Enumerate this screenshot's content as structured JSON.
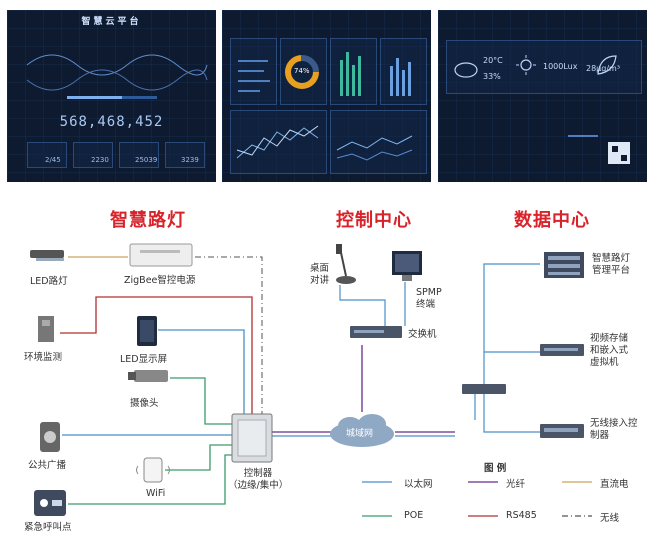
{
  "screens": {
    "left": {
      "title": "智慧云平台",
      "big_number": "568,468,452",
      "kpis": [
        "2/45",
        "2230",
        "25039",
        "3239"
      ]
    },
    "center": {
      "gauge_value": "74%"
    },
    "right": {
      "weather": [
        "20°C",
        "33%",
        "1000Lux",
        "28μg/m³"
      ]
    }
  },
  "sections": {
    "streetlight": "智慧路灯",
    "control": "控制中心",
    "data": "数据中心"
  },
  "devices": {
    "led_light": "LED路灯",
    "zigbee": "ZigBee智控电源",
    "env": "环境监测",
    "led_screen": "LED显示屏",
    "camera": "摄像头",
    "broadcast": "公共广播",
    "wifi": "WiFi",
    "emergency": "紧急呼叫点",
    "controller": [
      "控制器",
      "（边缘/集中）"
    ],
    "desk_talk": [
      "桌面",
      "对讲"
    ],
    "spmp": [
      "SPMP",
      "终端"
    ],
    "switch": "交换机",
    "city_net": "城域网",
    "platform": [
      "智慧路灯",
      "管理平台"
    ],
    "video": [
      "视频存储",
      "和嵌入式",
      "虚拟机"
    ],
    "wireless_ctrl": [
      "无线接入控",
      "制器"
    ]
  },
  "legend": {
    "title": "图 例",
    "items": [
      {
        "label": "以太网",
        "color": "#4a8fc8",
        "style": "solid"
      },
      {
        "label": "光纤",
        "color": "#6a2a8a",
        "style": "solid"
      },
      {
        "label": "直流电",
        "color": "#c9a35a",
        "style": "solid"
      },
      {
        "label": "POE",
        "color": "#3a9a6a",
        "style": "solid"
      },
      {
        "label": "RS485",
        "color": "#b03030",
        "style": "solid"
      },
      {
        "label": "无线",
        "color": "#555555",
        "style": "dashdot"
      }
    ]
  },
  "colors": {
    "section_title": "#d8232a",
    "screen_bg": "#0d1a30"
  }
}
